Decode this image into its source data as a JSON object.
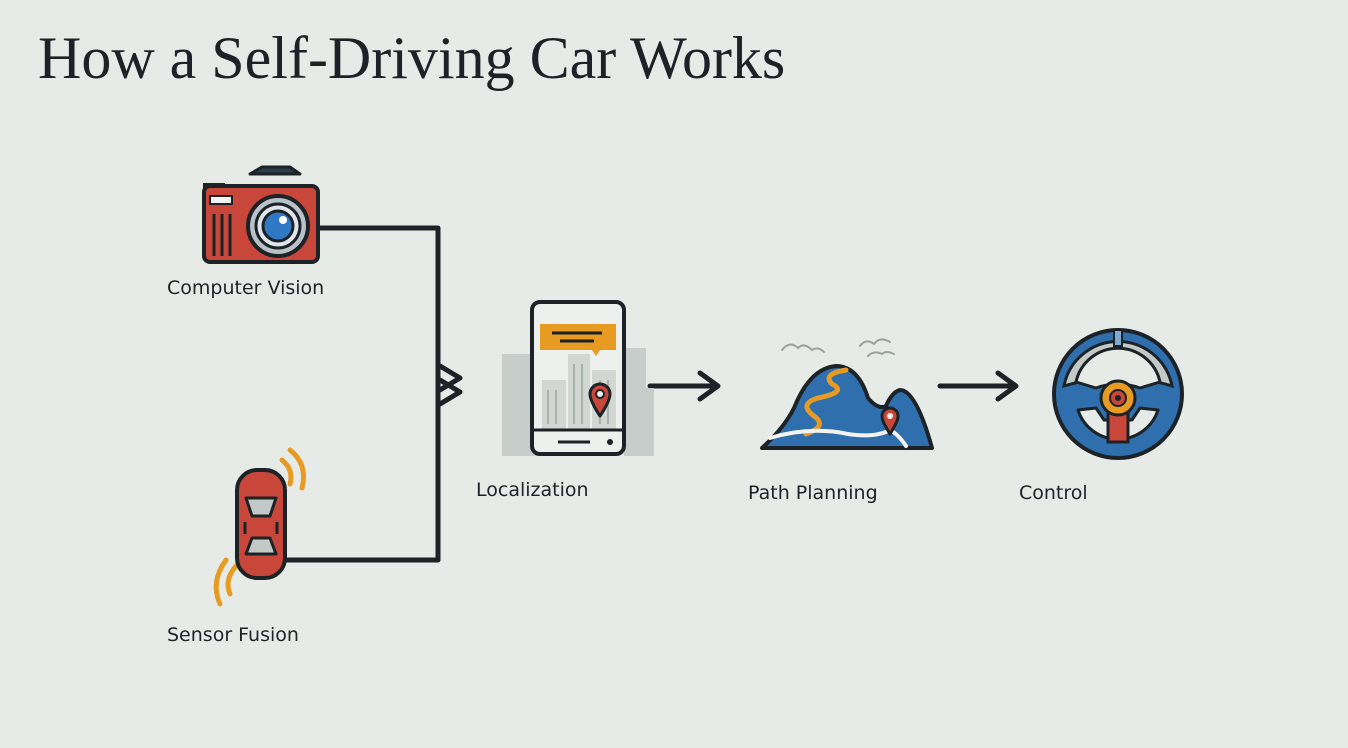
{
  "title": "How a Self-Driving Car Works",
  "nodes": {
    "computer_vision": {
      "label": "Computer Vision",
      "icon": "camera-icon"
    },
    "sensor_fusion": {
      "label": "Sensor Fusion",
      "icon": "car-sensor-icon"
    },
    "localization": {
      "label": "Localization",
      "icon": "phone-map-icon"
    },
    "path_planning": {
      "label": "Path Planning",
      "icon": "route-mountain-icon"
    },
    "control": {
      "label": "Control",
      "icon": "steering-wheel-icon"
    }
  },
  "colors": {
    "background": "#e7ebe8",
    "ink": "#1c2226",
    "red": "#c9473a",
    "blue": "#2f6fae",
    "orange": "#e79b22",
    "gray": "#c3c9c6"
  }
}
